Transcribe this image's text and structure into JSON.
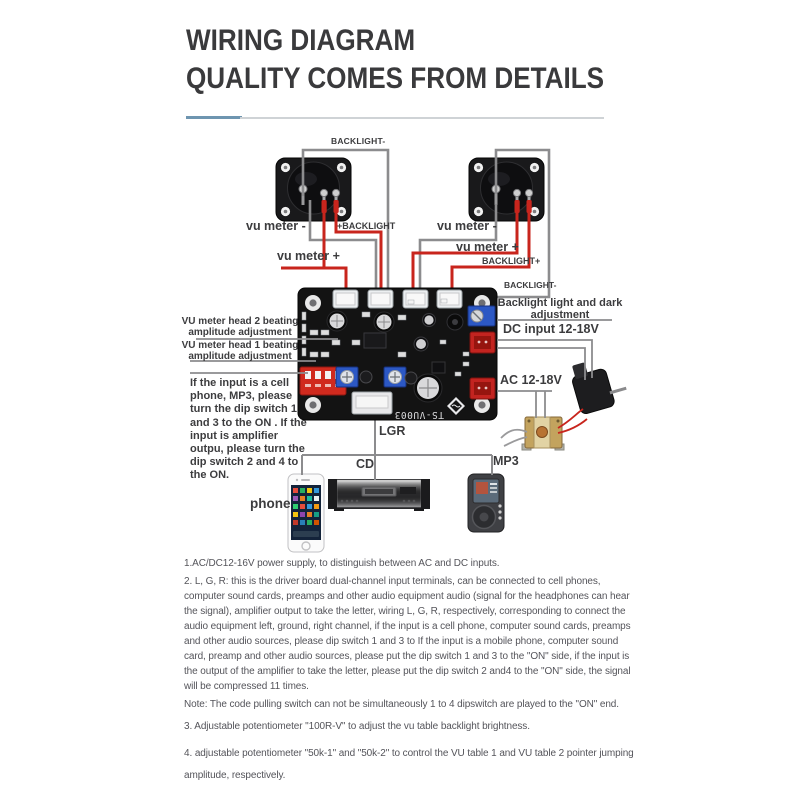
{
  "header": {
    "title_line1": "WIRING DIAGRAM",
    "title_line2": "QUALITY COMES FROM DETAILS",
    "accent_color": "#6e95b0"
  },
  "diagram": {
    "wire_labels": {
      "backlight_minus_top": "BACKLIGHT-",
      "vu_meter_minus_left": "vu meter -",
      "plus_backlight": "+BACKLIGHT",
      "vu_meter_plus_left": "vu meter +",
      "vu_meter_minus_right": "vu meter -",
      "vu_meter_plus_right": "vu meter +",
      "backlight_plus": "BACKLIGHT+",
      "backlight_minus_right": "BACKLIGHT-"
    },
    "board_labels": {
      "backlight_adjustment": "Backlight light and dark adjustment",
      "dc_input": "DC input 12-18V",
      "ac_input": "AC 12-18V",
      "vu_head2": "VU meter head 2 beating amplitude adjustment",
      "vu_head1": "VU meter head 1 beating amplitude adjustment",
      "board_model": "TS-VU003",
      "lgr": "LGR"
    },
    "dip_note": "If the input is a cell phone, MP3, please turn the dip switch 1 and 3 to the ON . If the input is amplifier outpu, please turn the dip switch 2 and 4 to the ON.",
    "devices": {
      "phone": "phone",
      "cd": "CD",
      "mp3": "MP3"
    },
    "colors": {
      "wire_red": "#c8251d",
      "wire_gray": "#8c8c8e",
      "board": "#131313"
    }
  },
  "notes": {
    "items": [
      "1.AC/DC12-16V power supply, to distinguish between AC and DC inputs.",
      "2. L, G, R: this is the driver board dual-channel input terminals, can be connected to cell phones, computer sound cards, preamps and other audio equipment audio (signal for the headphones can hear the signal), amplifier output to take the letter, wiring L, G, R, respectively, corresponding to connect the audio equipment left, ground, right channel, if the input is a cell phone, computer sound cards, preamps and other audio sources, please dip switch 1 and 3 to If the input is a mobile phone, computer sound card, preamp and other audio sources, please put the dip switch 1 and 3 to the \"ON\" side, if the input is the output of the amplifier to take the letter, please put the dip switch 2 and4 to the \"ON\" side, the signal will be compressed 11 times.",
      "Note: The code pulling switch can not be simultaneously 1 to 4 dipswitch are played to the \"ON\" end.",
      "3. Adjustable potentiometer \"100R-V\" to adjust the vu table backlight brightness.",
      "4. adjustable potentiometer \"50k-1\" and \"50k-2\" to control the VU table 1 and VU table 2 pointer jumping amplitude, respectively."
    ]
  }
}
